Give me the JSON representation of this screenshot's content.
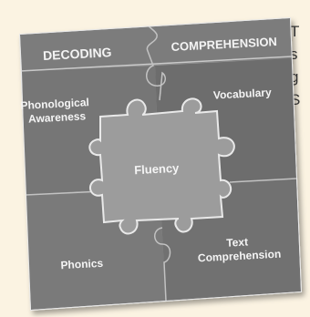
{
  "puzzle": {
    "header_left": "DECODING",
    "header_right": "COMPREHENSION",
    "pieces": {
      "top_left": "Phonological Awareness",
      "top_left_line1": "Phonological",
      "top_left_line2": "Awareness",
      "top_right": "Vocabulary",
      "center": "Fluency",
      "bottom_left": "Phonics",
      "bottom_right": "Text Comprehension",
      "bottom_right_line1": "Text",
      "bottom_right_line2": "Comprehension"
    },
    "colors": {
      "frame": "#9a9a9a",
      "header": "#7c7c7c",
      "piece_tl": "#767676",
      "piece_tr": "#6d6d6d",
      "piece_bl": "#7a7a7a",
      "piece_br": "#717171",
      "center": "#9c9c9c",
      "seam": "#bdbdbd",
      "background": "#fbf3e2"
    }
  },
  "side_text": {
    "lines": [
      "T",
      "s",
      "g",
      "S"
    ]
  }
}
